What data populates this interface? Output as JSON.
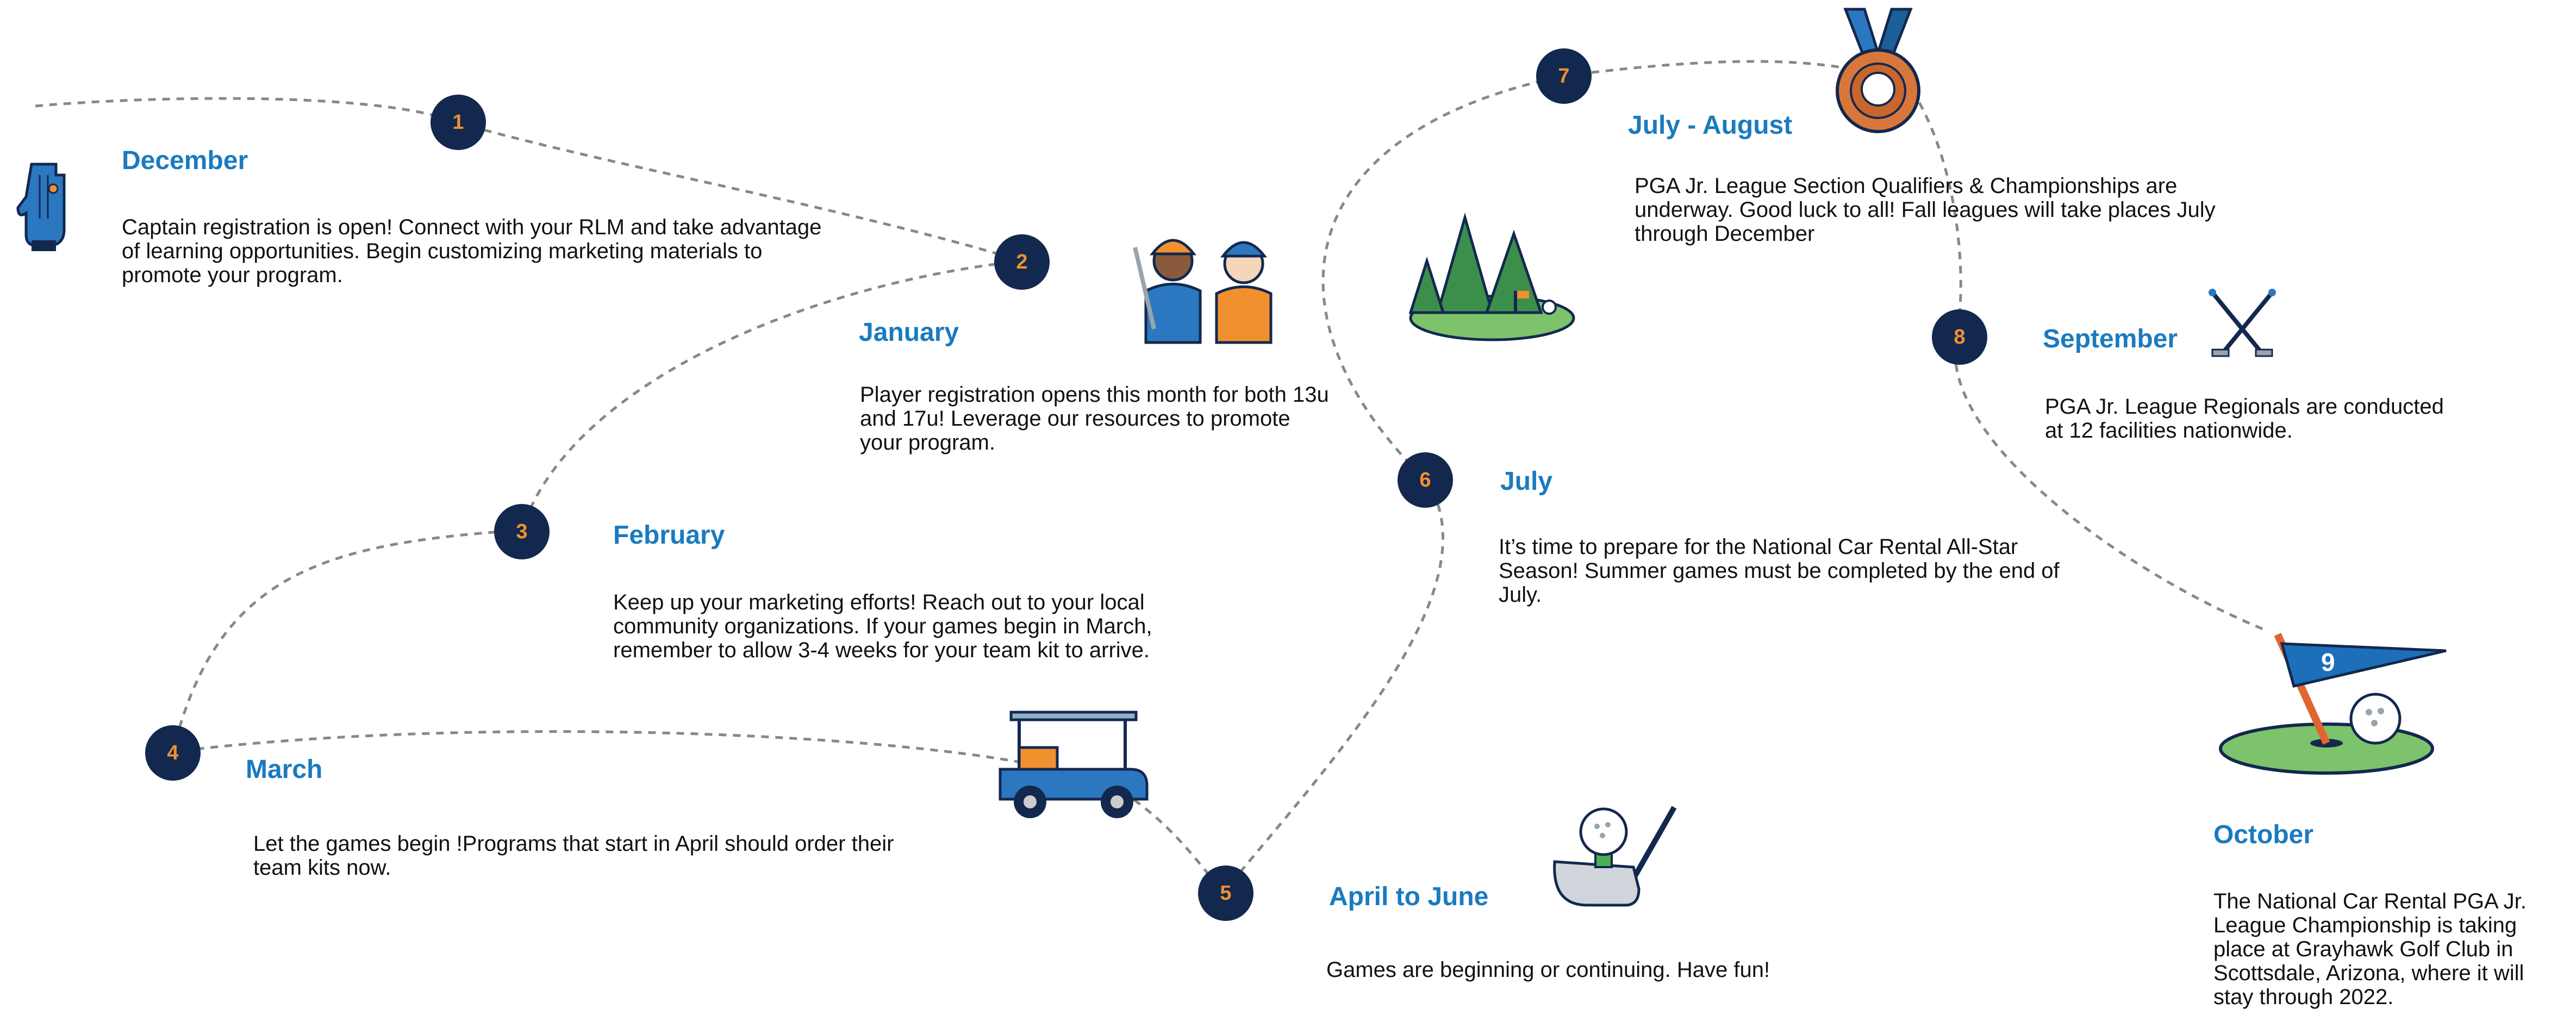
{
  "milestones": [
    {
      "num": "1",
      "month": "December",
      "desc": "Captain registration is open! Connect with your RLM and take advantage of learning opportunities. Begin customizing marketing materials to promote your program."
    },
    {
      "num": "2",
      "month": "January",
      "desc": "Player registration opens this month for both 13u and 17u! Leverage our resources to promote your program."
    },
    {
      "num": "3",
      "month": "February",
      "desc": "Keep up your marketing efforts! Reach out to your local community organizations. If your games begin in March, remember to allow 3-4 weeks for your team kit to arrive."
    },
    {
      "num": "4",
      "month": "March",
      "desc": "Let the games begin !Programs that start in April should order their team kits now."
    },
    {
      "num": "5",
      "month": "April to June",
      "desc": "Games are beginning or continuing. Have fun!"
    },
    {
      "num": "6",
      "month": "July",
      "desc": "It’s time to prepare for the National Car Rental All-Star Season! Summer games must be completed by the end of July."
    },
    {
      "num": "7",
      "month": "July - August",
      "desc": "PGA Jr. League Section Qualifiers & Championships are underway. Good luck to all! Fall leagues will take places July through December"
    },
    {
      "num": "8",
      "month": "September",
      "desc": "PGA Jr. League Regionals are conducted at 12 facilities nationwide."
    },
    {
      "num": "9",
      "month": "October",
      "desc": "The National Car Rental PGA Jr. League Championship is taking place at Grayhawk Golf Club in Scottsdale, Arizona, where it will stay through 2022."
    }
  ],
  "icons": {
    "december": "golf-glove-icon",
    "january": "golfers-icon",
    "march": "golf-cart-icon",
    "april_to_june": "golf-club-ball-icon",
    "july": "golf-course-trees-icon",
    "july_august": "medal-icon",
    "september": "crossed-clubs-icon",
    "october": "flag-hole-icon"
  },
  "colors": {
    "marker_bg": "#13284f",
    "marker_text": "#f0902f",
    "month_text": "#1a7bbf",
    "path": "#888888"
  }
}
